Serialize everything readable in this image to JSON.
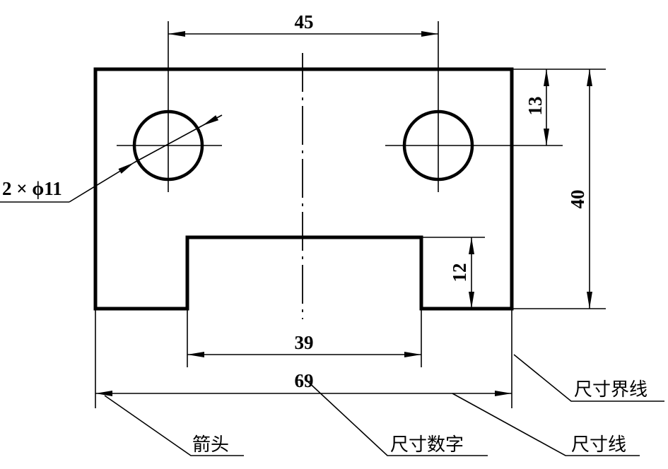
{
  "dimensions": {
    "hole_spacing": "45",
    "hole_offset": "13",
    "height": "40",
    "slot_depth": "12",
    "slot_width": "39",
    "width": "69",
    "hole_spec": "2 × ϕ11"
  },
  "annotations": {
    "extension_line": "尺寸界线",
    "arrowhead": "箭头",
    "dimension_number": "尺寸数字",
    "dimension_line": "尺寸线"
  }
}
